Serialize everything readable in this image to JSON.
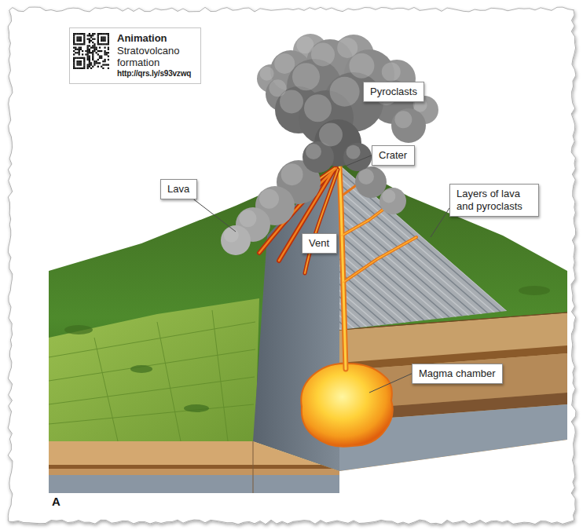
{
  "diagram": {
    "nodes": [
      {
        "text": [
          "Animation",
          "Stratovolcano formation",
          "http://qrs.ly/s93vzwq"
        ]
      },
      {
        "text": [
          "Pyroclasts"
        ]
      },
      {
        "text": [
          "Crater"
        ]
      },
      {
        "text": [
          "Lava"
        ]
      },
      {
        "text": [
          "Layers of lava and pyroclasts"
        ]
      },
      {
        "text": [
          "Vent"
        ]
      },
      {
        "text": [
          "Magma chamber"
        ]
      }
    ],
    "labels": [
      "A"
    ]
  }
}
